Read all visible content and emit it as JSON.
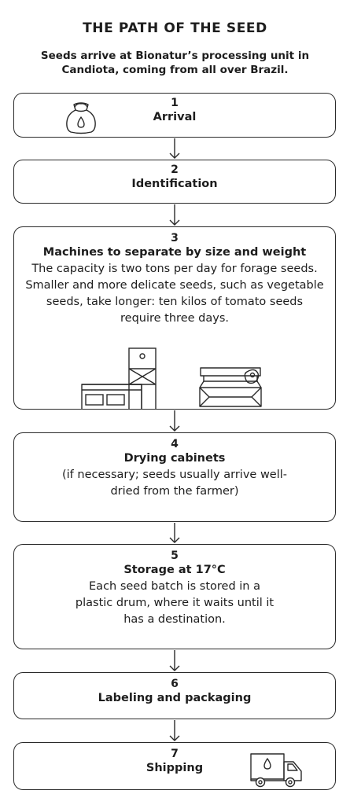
{
  "title": "THE PATH OF THE SEED",
  "subtitle": "Seeds arrive at Bionatur’s processing unit in Candiota, coming from all over Brazil.",
  "steps": [
    {
      "number": "1",
      "name": "Arrival",
      "icon": "seed-sack-icon"
    },
    {
      "number": "2",
      "name": "Identification"
    },
    {
      "number": "3",
      "name": "Machines to separate by size and weight",
      "description": "The capacity is two tons per day for forage seeds. Smaller and more delicate seeds, such as vegetable seeds, take longer: ten kilos of tomato seeds require three days.",
      "icons": [
        "processing-plant-icon",
        "seed-sorting-machine-icon"
      ]
    },
    {
      "number": "4",
      "name": "Drying cabinets",
      "description": "(if necessary; seeds usually arrive well-dried from the farmer)"
    },
    {
      "number": "5",
      "name": "Storage at 17°C",
      "description": "Each seed batch is stored in a plastic drum, where it waits until it has a destination."
    },
    {
      "number": "6",
      "name": "Labeling and packaging"
    },
    {
      "number": "7",
      "name": "Shipping",
      "icon": "delivery-truck-icon"
    }
  ],
  "colors": {
    "stroke": "#2a2a2a",
    "background": "#ffffff"
  }
}
